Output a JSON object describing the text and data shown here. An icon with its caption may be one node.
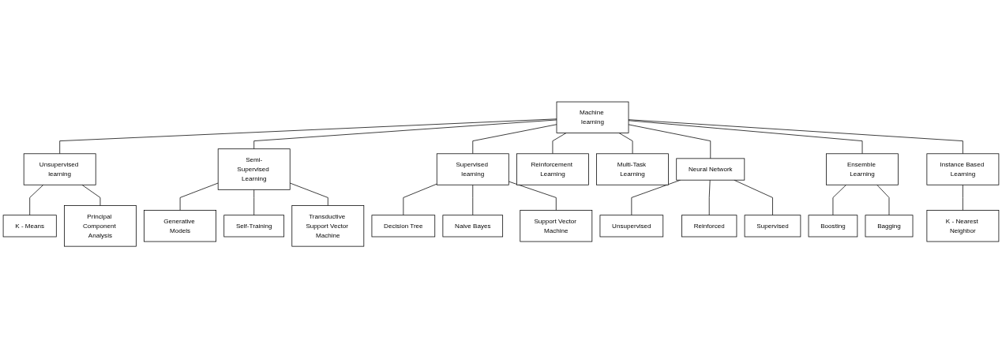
{
  "diagram": {
    "nodes": [
      {
        "text": [
          "Machine learning"
        ]
      },
      {
        "text": [
          "Unsupervised learning"
        ]
      },
      {
        "text": [
          "Semi-Supervised Learning"
        ]
      },
      {
        "text": [
          "Supervised learning"
        ]
      },
      {
        "text": [
          "Reinforcement Learning"
        ]
      },
      {
        "text": [
          "Multi-Task Learning"
        ]
      },
      {
        "text": [
          "Neural Network"
        ]
      },
      {
        "text": [
          "Ensemble Learning"
        ]
      },
      {
        "text": [
          "Instance Based Learning"
        ]
      },
      {
        "text": [
          "K - Means"
        ]
      },
      {
        "text": [
          "Generative Models"
        ]
      },
      {
        "text": [
          "Decision Tree"
        ]
      },
      {
        "text": [
          "Unsupervised"
        ]
      },
      {
        "text": [
          "Boosting"
        ]
      },
      {
        "text": [
          "K - Nearest Neighbor"
        ]
      },
      {
        "text": [
          "Principal Component Analysis"
        ]
      },
      {
        "text": [
          "Self-Training"
        ]
      },
      {
        "text": [
          "Naive Bayes"
        ]
      },
      {
        "text": [
          "Reinforced"
        ]
      },
      {
        "text": [
          "Bagging"
        ]
      },
      {
        "text": [
          "Transductive Support Vector Machine"
        ]
      },
      {
        "text": [
          "Support Vector Machine"
        ]
      },
      {
        "text": [
          "Supervised"
        ]
      }
    ],
    "edges": [
      {
        "from": 0,
        "to": 1,
        "arrow": "none"
      },
      {
        "from": 0,
        "to": 2,
        "arrow": "none"
      },
      {
        "from": 0,
        "to": 3,
        "arrow": "none"
      },
      {
        "from": 0,
        "to": 4,
        "arrow": "none"
      },
      {
        "from": 0,
        "to": 5,
        "arrow": "none"
      },
      {
        "from": 0,
        "to": 6,
        "arrow": "none"
      },
      {
        "from": 0,
        "to": 7,
        "arrow": "none"
      },
      {
        "from": 0,
        "to": 8,
        "arrow": "none"
      },
      {
        "from": 1,
        "to": 9,
        "arrow": "none"
      },
      {
        "from": 1,
        "to": 15,
        "arrow": "none"
      },
      {
        "from": 2,
        "to": 10,
        "arrow": "none"
      },
      {
        "from": 2,
        "to": 16,
        "arrow": "none"
      },
      {
        "from": 2,
        "to": 20,
        "arrow": "none"
      },
      {
        "from": 3,
        "to": 11,
        "arrow": "none"
      },
      {
        "from": 3,
        "to": 17,
        "arrow": "none"
      },
      {
        "from": 3,
        "to": 21,
        "arrow": "none"
      },
      {
        "from": 6,
        "to": 12,
        "arrow": "none"
      },
      {
        "from": 6,
        "to": 18,
        "arrow": "none"
      },
      {
        "from": 6,
        "to": 22,
        "arrow": "none"
      },
      {
        "from": 7,
        "to": 13,
        "arrow": "none"
      },
      {
        "from": 7,
        "to": 19,
        "arrow": "none"
      },
      {
        "from": 8,
        "to": 14,
        "arrow": "none"
      }
    ]
  }
}
